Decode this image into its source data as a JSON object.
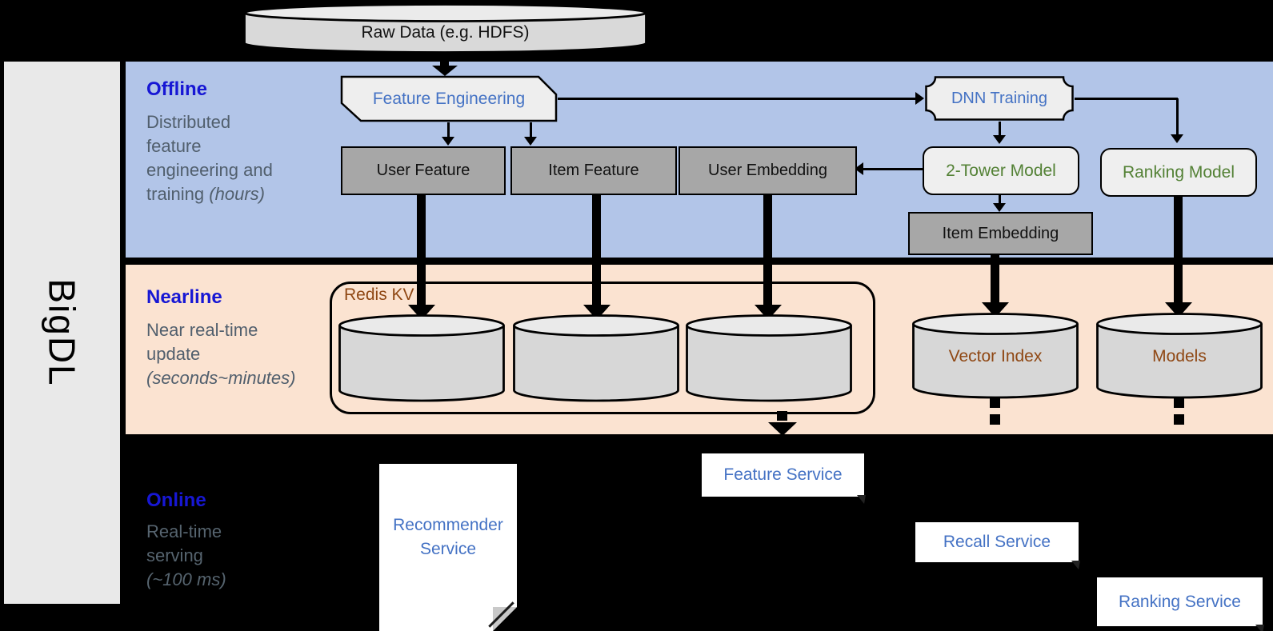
{
  "sidebar": {
    "label": "BigDL"
  },
  "bands": {
    "offline": {
      "title": "Offline",
      "desc": "Distributed\nfeature\nengineering and\ntraining ",
      "desc_italic": "(hours)"
    },
    "nearline": {
      "title": "Nearline",
      "desc": "Near real-time\nupdate\n",
      "desc_italic": "(seconds~minutes)"
    },
    "online": {
      "title": "Online",
      "desc": "Real-time\nserving\n",
      "desc_italic": "(~100 ms)"
    }
  },
  "nodes": {
    "raw_data": "Raw Data (e.g. HDFS)",
    "feature_engineering": "Feature Engineering",
    "dnn_training": "DNN Training",
    "user_feature": "User Feature",
    "item_feature": "Item Feature",
    "user_embedding": "User Embedding",
    "two_tower_model": "2-Tower Model",
    "ranking_model": "Ranking Model",
    "item_embedding": "Item Embedding",
    "redis_kv": "Redis KV",
    "vector_index": "Vector Index",
    "models": "Models",
    "recommender_service": "Recommender\nService",
    "feature_service": "Feature Service",
    "recall_service": "Recall Service",
    "ranking_service": "Ranking Service"
  },
  "colors": {
    "offline_band": "#b2c5e8",
    "nearline_band": "#fbe3d1",
    "online_band": "#000000",
    "sidebar_bg": "#e9e9e9",
    "band_title_blue": "#1717d4",
    "band_desc_gray": "#515f6d",
    "node_blue_text": "#4472c4",
    "node_green_text": "#538135",
    "cylinder_brown_text": "#8f4713",
    "gray_box": "#a7a7a7",
    "shape_fill": "#eeeeee",
    "cylinder_body": "#d7d7d7",
    "cylinder_top": "#eaeaea"
  }
}
